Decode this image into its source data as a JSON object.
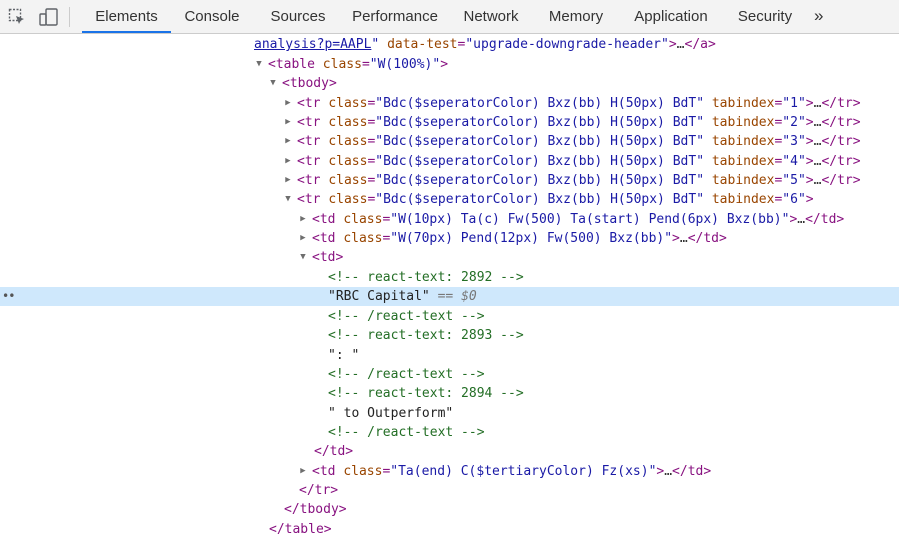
{
  "toolbar": {
    "icons": {
      "inspect": "inspect-element-icon",
      "device": "device-toolbar-icon",
      "more": "more-tabs-icon"
    },
    "tabs": [
      "Elements",
      "Console",
      "Sources",
      "Performance",
      "Network",
      "Memory",
      "Application",
      "Security"
    ],
    "active_tab": "Elements",
    "more_label": "»"
  },
  "tree": {
    "l0": {
      "link": "analysis?p=AAPL",
      "q1": "\"",
      "attr": "data-test",
      "val": "upgrade-downgrade-header",
      "ell": "…",
      "close": "</a>"
    },
    "l1": {
      "open": "<table",
      "attr": "class",
      "val": "W(100%)",
      "end": ">"
    },
    "l2": {
      "open": "<tbody>"
    },
    "rows": [
      {
        "attr1": "class",
        "val1": "Bdc($seperatorColor) Bxz(bb) H(50px) BdT",
        "attr2": "tabindex",
        "val2": "1",
        "ell": "…",
        "close": "</tr>"
      },
      {
        "attr1": "class",
        "val1": "Bdc($seperatorColor) Bxz(bb) H(50px) BdT",
        "attr2": "tabindex",
        "val2": "2",
        "ell": "…",
        "close": "</tr>"
      },
      {
        "attr1": "class",
        "val1": "Bdc($seperatorColor) Bxz(bb) H(50px) BdT",
        "attr2": "tabindex",
        "val2": "3",
        "ell": "…",
        "close": "</tr>"
      },
      {
        "attr1": "class",
        "val1": "Bdc($seperatorColor) Bxz(bb) H(50px) BdT",
        "attr2": "tabindex",
        "val2": "4",
        "ell": "…",
        "close": "</tr>"
      },
      {
        "attr1": "class",
        "val1": "Bdc($seperatorColor) Bxz(bb) H(50px) BdT",
        "attr2": "tabindex",
        "val2": "5",
        "ell": "…",
        "close": "</tr>"
      }
    ],
    "row6": {
      "open": "<tr",
      "attr1": "class",
      "val1": "Bdc($seperatorColor) Bxz(bb) H(50px) BdT",
      "attr2": "tabindex",
      "val2": "6",
      "end": ">"
    },
    "td1": {
      "open": "<td",
      "attr": "class",
      "val": "W(10px) Ta(c) Fw(500) Ta(start) Pend(6px) Bxz(bb)",
      "ell": "…",
      "close": "</td>"
    },
    "td2": {
      "open": "<td",
      "attr": "class",
      "val": "W(70px) Pend(12px) Fw(500) Bxz(bb)",
      "ell": "…",
      "close": "</td>"
    },
    "td3": {
      "open": "<td>"
    },
    "c1": "<!-- react-text: 2892 -->",
    "sel": {
      "text": "\"RBC Capital\"",
      "eq": "==",
      "var": "$0",
      "dots": "••"
    },
    "c2": "<!-- /react-text -->",
    "c3": "<!-- react-text: 2893 -->",
    "t2": "\": \"",
    "c4": "<!-- /react-text -->",
    "c5": "<!-- react-text: 2894 -->",
    "t3": "\" to Outperform\"",
    "c6": "<!-- /react-text -->",
    "td3close": "</td>",
    "td4": {
      "open": "<td",
      "attr": "class",
      "val": "Ta(end) C($tertiaryColor) Fz(xs)",
      "ell": "…",
      "close": "</td>"
    },
    "trclose": "</tr>",
    "tbodyclose": "</tbody>",
    "tableclose": "</table>"
  },
  "colors": {
    "tag": "#881280",
    "attr_name": "#994500",
    "attr_value": "#1a1aa6",
    "comment": "#236e25",
    "selected_bg": "#cfe8fc",
    "active_tab_border": "#1a73e8"
  }
}
